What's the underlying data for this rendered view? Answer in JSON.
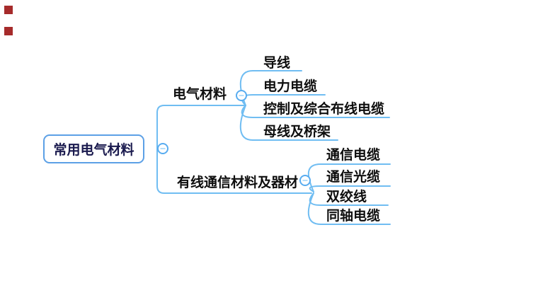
{
  "colors": {
    "branch_line": "#70bdf2",
    "node_border": "#5ca0e6",
    "collapse_button_stroke": "#58acf0",
    "root_text": "#1a1a4e",
    "topic_text": "#0e0e0e",
    "marker_red": "#a62b2b",
    "background": "#ffffff"
  },
  "markers": {
    "top_left_squares_count": "2"
  },
  "mindmap": {
    "root": {
      "label": "常用电气材料"
    },
    "branches": [
      {
        "label": "电气材料",
        "children": [
          {
            "label": "导线"
          },
          {
            "label": "电力电缆"
          },
          {
            "label": "控制及综合布线电缆"
          },
          {
            "label": "母线及桥架"
          }
        ]
      },
      {
        "label": "有线通信材料及器材",
        "children": [
          {
            "label": "通信电缆"
          },
          {
            "label": "通信光缆"
          },
          {
            "label": "双绞线"
          },
          {
            "label": "同轴电缆"
          }
        ]
      }
    ]
  }
}
